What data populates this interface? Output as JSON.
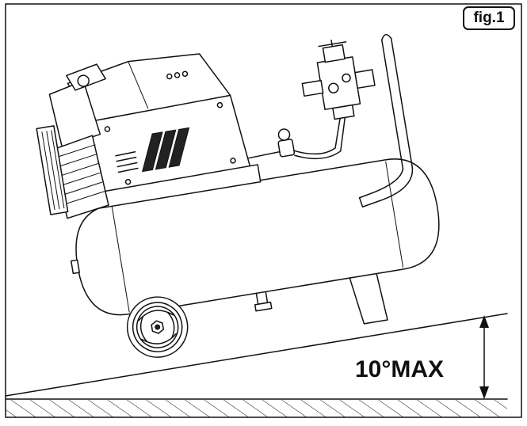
{
  "figure": {
    "label": "fig.1",
    "angle_label": "10°MAX",
    "max_tilt_degrees": 10
  },
  "icons": {
    "compressor": "air-compressor-icon",
    "wheel": "wheel-icon",
    "pressure_gauge": "pressure-gauge-icon",
    "handle": "handle-icon",
    "angle_arrow": "double-arrow-icon"
  },
  "colors": {
    "ink": "#111111",
    "background": "#ffffff"
  }
}
